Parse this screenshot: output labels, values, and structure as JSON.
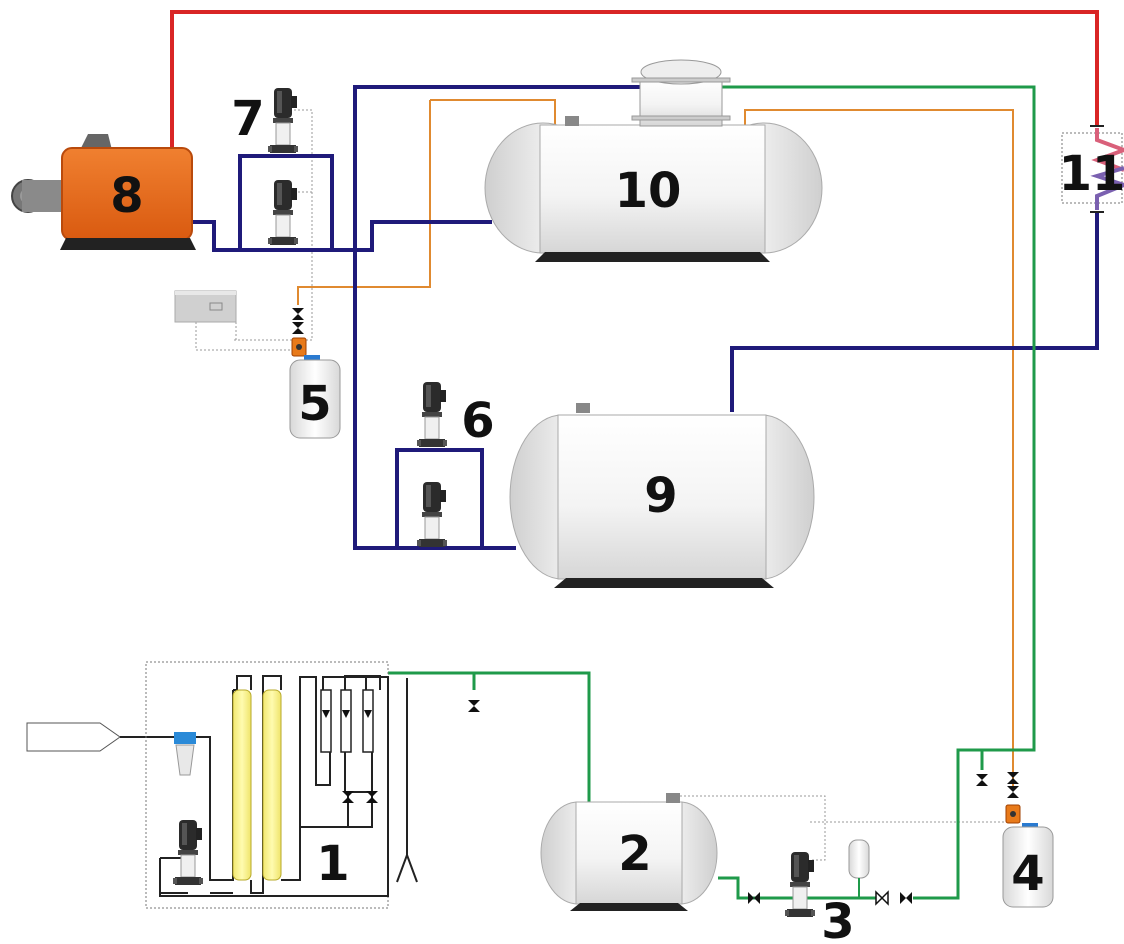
{
  "labels": {
    "n1": "1",
    "n2": "2",
    "n3": "3",
    "n4": "4",
    "n5": "5",
    "n6": "6",
    "n7": "7",
    "n8": "8",
    "n9": "9",
    "n10": "10",
    "n11": "11"
  },
  "colors": {
    "hot_water": "#d92525",
    "network_water": "#1f1a7a",
    "make_up_water": "#1f9a4a",
    "dosing_line": "#e08a30",
    "signal_line": "#999999",
    "boiler_body": "#e8671a",
    "filter_column": "#fff79a",
    "tank_body": "#f2f2f2"
  }
}
